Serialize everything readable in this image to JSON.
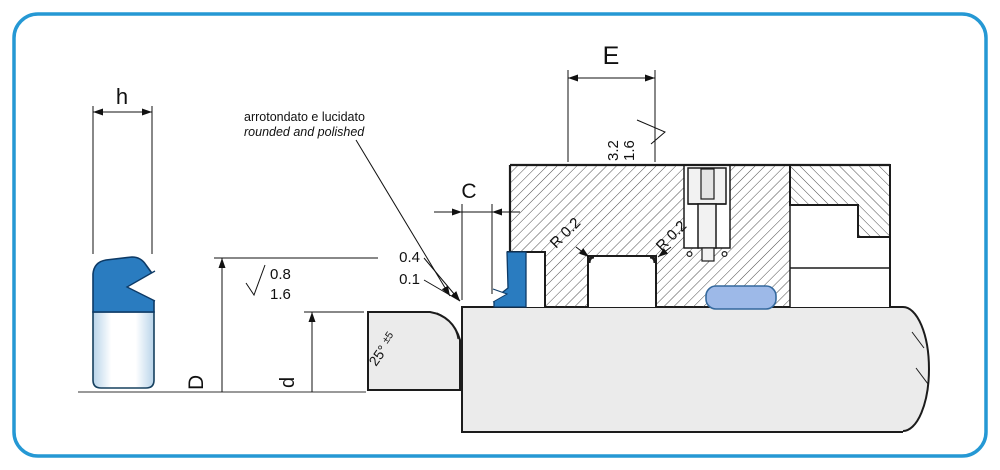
{
  "colors": {
    "border": "#2598d4",
    "seal": "#2a7cc0",
    "seal_outline": "#0d3a66",
    "ring": "#9db9e8"
  },
  "dimensions": {
    "h": "h",
    "E": "E",
    "C": "C",
    "D": "D",
    "d": "d"
  },
  "radii": {
    "left": "R 0.2",
    "right": "R 0.2"
  },
  "surface_finish": {
    "top_value": "3.2",
    "top_value2": "1.6",
    "left_value": "0.8",
    "left_value2": "1.6"
  },
  "tolerances": {
    "upper": "0.4",
    "lower": "0.1"
  },
  "chamfer": {
    "angle": "25°",
    "tolerance": "±5"
  },
  "note": {
    "italian": "arrotondato e lucidato",
    "english": "rounded and polished"
  }
}
